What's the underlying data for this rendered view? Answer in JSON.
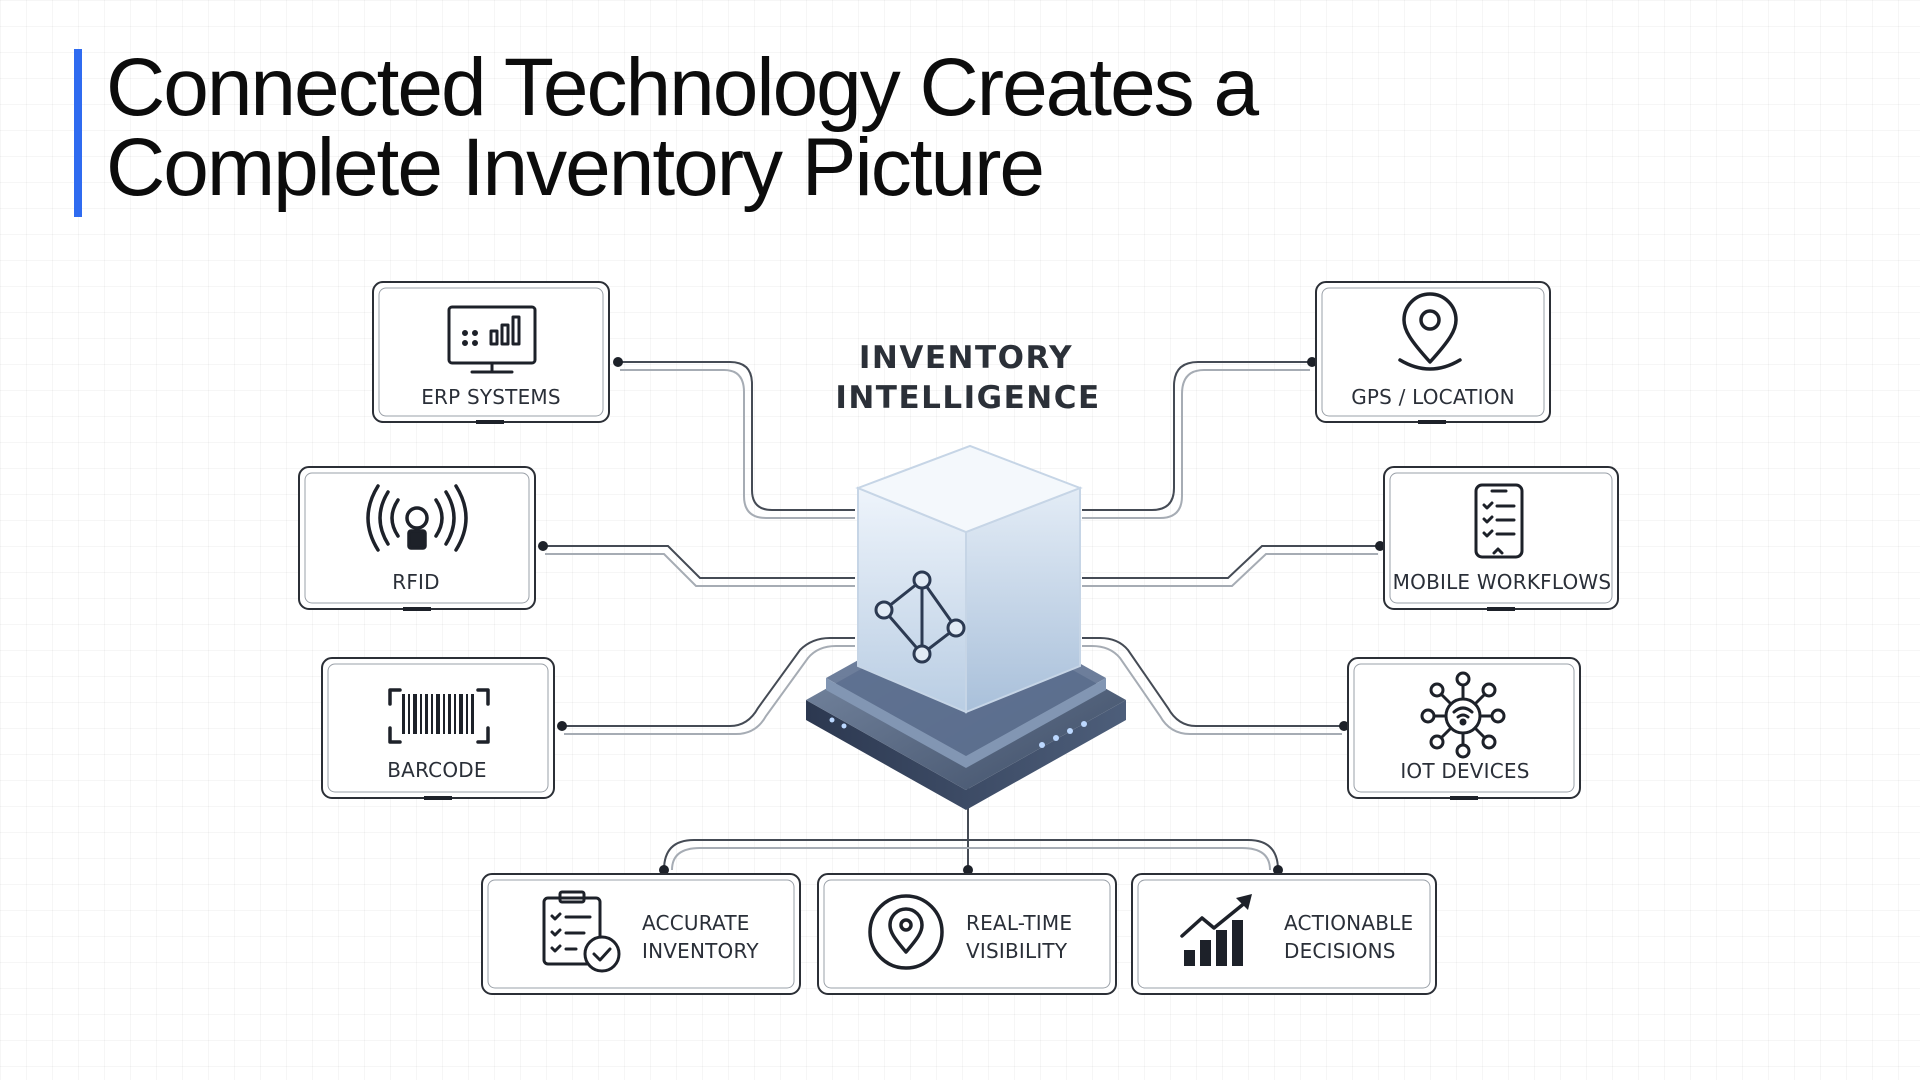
{
  "title": "Connected Technology Creates a Complete Inventory Picture",
  "hub": {
    "label_line1": "INVENTORY",
    "label_line2": "INTELLIGENCE",
    "icon": "network-cube-icon"
  },
  "sources_left": [
    {
      "label": "ERP SYSTEMS",
      "icon": "computer-chart-icon"
    },
    {
      "label": "RFID",
      "icon": "rfid-signal-icon"
    },
    {
      "label": "BARCODE",
      "icon": "barcode-icon"
    }
  ],
  "sources_right": [
    {
      "label": "GPS / LOCATION",
      "icon": "location-pin-icon"
    },
    {
      "label": "MOBILE WORKFLOWS",
      "icon": "mobile-checklist-icon"
    },
    {
      "label": "IOT DEVICES",
      "icon": "iot-network-icon"
    }
  ],
  "outcomes": [
    {
      "line1": "ACCURATE",
      "line2": "INVENTORY",
      "icon": "clipboard-check-icon"
    },
    {
      "line1": "REAL-TIME",
      "line2": "VISIBILITY",
      "icon": "target-pin-icon"
    },
    {
      "line1": "ACTIONABLE",
      "line2": "DECISIONS",
      "icon": "growth-chart-icon"
    }
  ],
  "colors": {
    "accent": "#2f6bf0",
    "line": "#454b55",
    "cube_glass": "#dbe8f5",
    "base": "#3a4a63"
  }
}
